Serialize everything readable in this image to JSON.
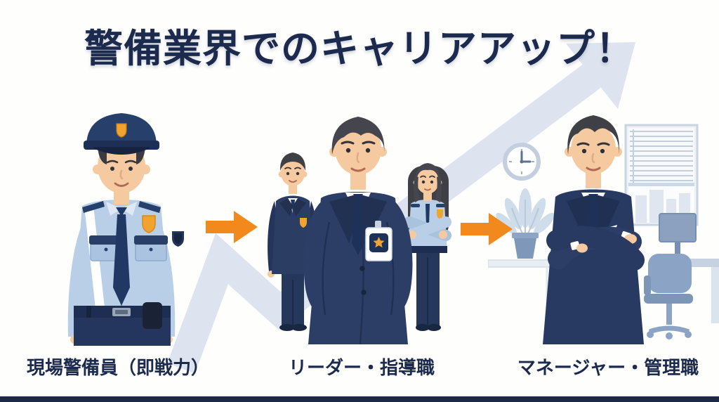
{
  "title": "警備業界でのキャリアアップ！",
  "stages": [
    {
      "id": "field-guard",
      "label": "現場警備員（即戦力）",
      "illustration": "security-guard-illustration"
    },
    {
      "id": "leader",
      "label": "リーダー・指導職",
      "illustration": "leader-with-team-illustration"
    },
    {
      "id": "manager",
      "label": "マネージャー・管理職",
      "illustration": "manager-in-office-illustration"
    }
  ],
  "progression_arrows": {
    "icon": "right-arrow-icon",
    "count": 2,
    "color": "#F1891D"
  },
  "background_motif": {
    "icon": "growth-trend-arrow-icon",
    "color": "#DDE4EF"
  },
  "office_props": [
    "wall-clock-icon",
    "potted-plant-icon",
    "window-blinds-icon",
    "desk-monitor-icon",
    "office-chair-icon"
  ],
  "colors": {
    "title_navy": "#1C2A4E",
    "suit_navy": "#2C3E66",
    "uniform_light_blue": "#B9CFE7",
    "accent_orange": "#F1891D",
    "badge_gold": "#F0A32E",
    "background_white": "#FEFEFD",
    "footer_bar_navy": "#1D2946"
  }
}
